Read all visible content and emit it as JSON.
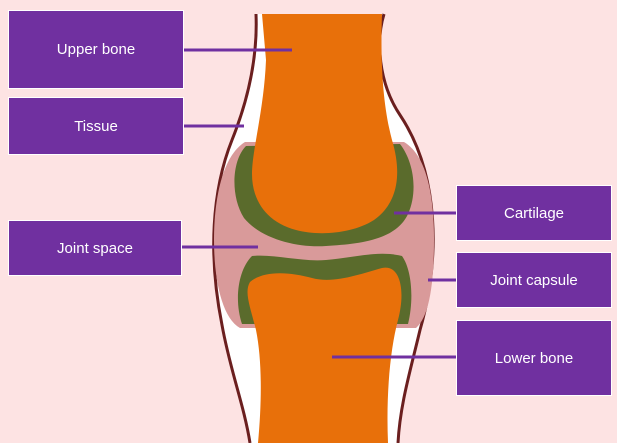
{
  "labels": {
    "upper_bone": "Upper bone",
    "tissue": "Tissue",
    "joint_space": "Joint space",
    "cartilage": "Cartilage",
    "joint_capsule": "Joint capsule",
    "lower_bone": "Lower bone"
  },
  "colors": {
    "background": "#fde3e3",
    "bone": "#e8700a",
    "cartilage": "#5a6b2c",
    "capsule": "#d99a9a",
    "tissue_outline": "#6b1f1f",
    "label_fill": "#7030a0",
    "leader_line": "#7030a0"
  }
}
